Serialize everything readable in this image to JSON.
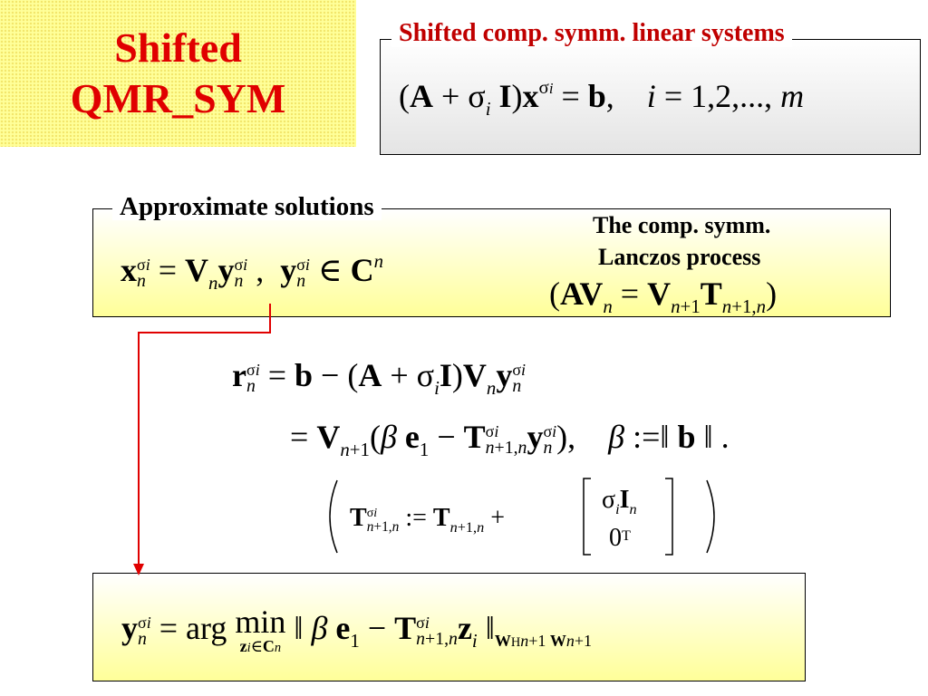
{
  "title": {
    "line1": "Shifted",
    "line2": "QMR_SYM"
  },
  "systems_panel": {
    "label": "Shifted comp. symm. linear systems",
    "equation": "(A + σ_i I) x^{σ_i} = b,   i = 1,2,..., m"
  },
  "approx_panel": {
    "label": "Approximate solutions",
    "equation": "x_n^{σ_i} = V_n y_n^{σ_i},  y_n^{σ_i} ∈ C^n",
    "lanczos_caption_line1": "The comp. symm.",
    "lanczos_caption_line2": "Lanczos process",
    "lanczos_equation": "(AV_n = V_{n+1} T_{n+1,n})"
  },
  "residual": {
    "line1": "r_n^{σ_i} = b − (A + σ_i I) V_n y_n^{σ_i}",
    "line2": "= V_{n+1}(β e_1 − T^{σ_i}_{n+1,n} y_n^{σ_i}),   β := ||b||.",
    "tdef": "T^{σ_i}_{n+1,n} := T_{n+1,n} + [σ_i I_n ; 0^T]"
  },
  "minimization": {
    "equation": "y_n^{σ_i} = arg min_{z_i ∈ C^n} || β e_1 − T^{σ_i}_{n+1,n} z_i ||_{W^H_{n+1} W_{n+1}}"
  },
  "colors": {
    "title_red": "#e00000",
    "title_bg": "#ffff99",
    "arrow_red": "#e00000"
  }
}
